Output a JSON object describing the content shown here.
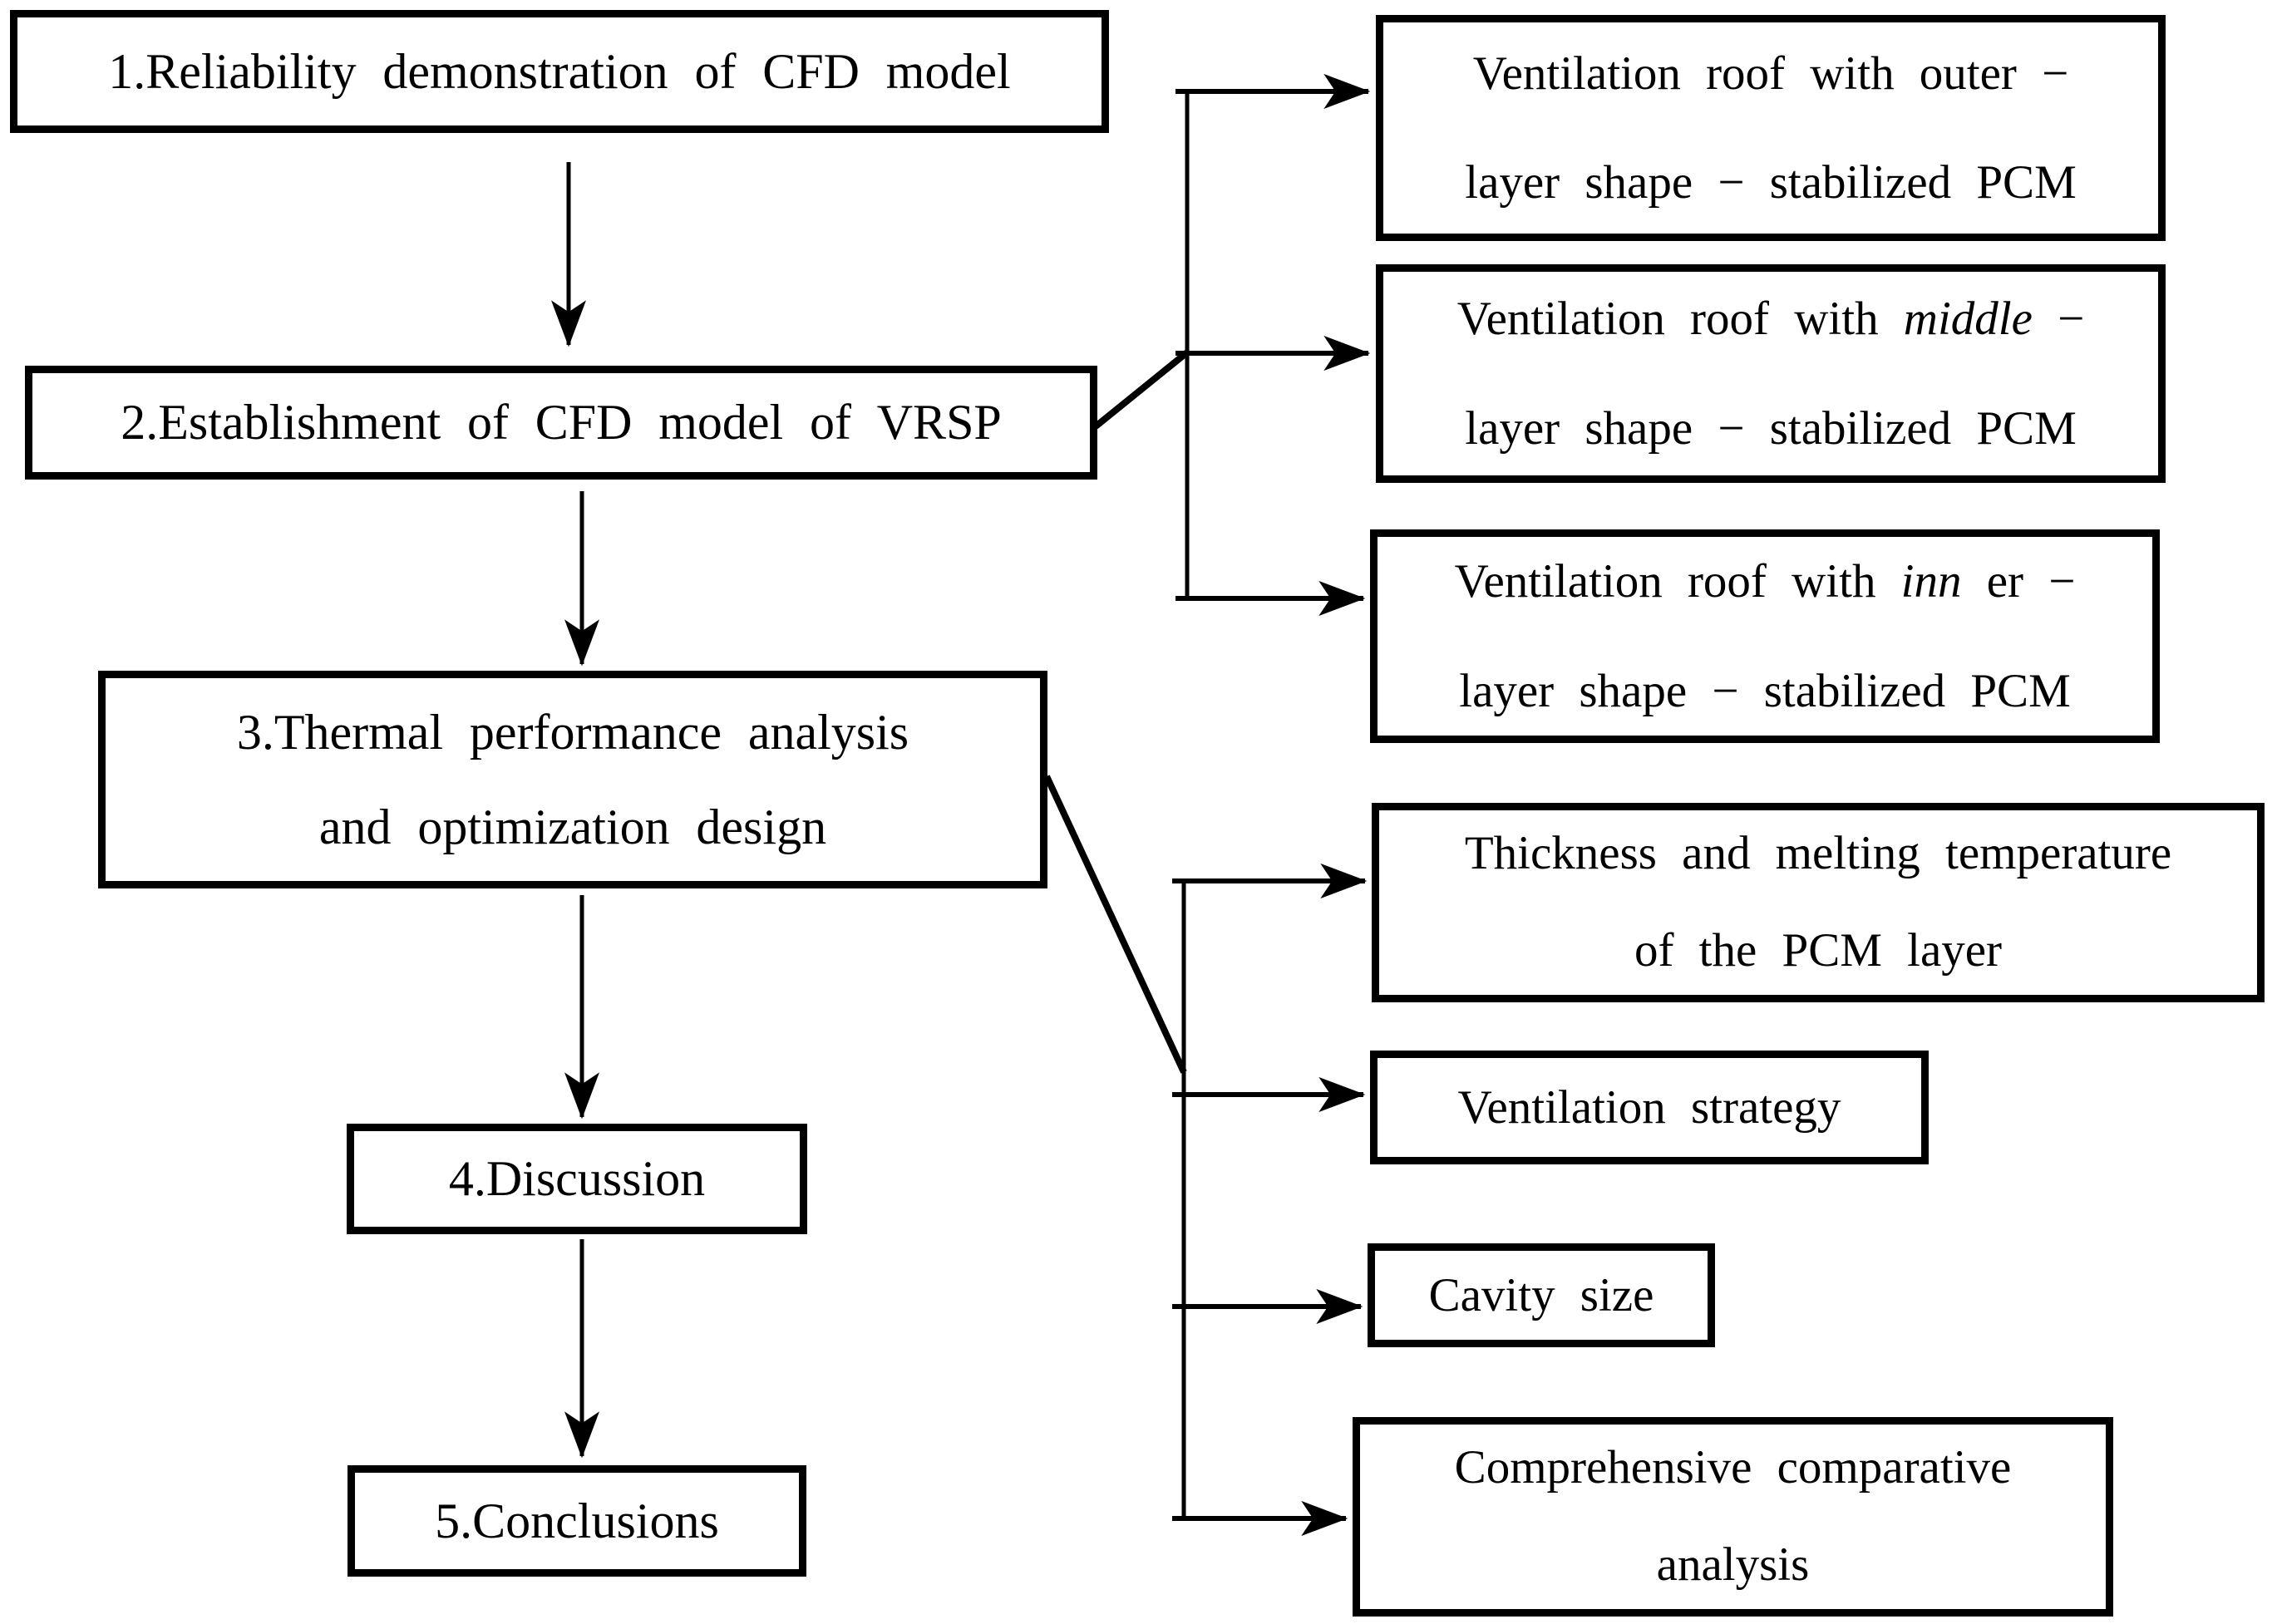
{
  "flow": {
    "step1": "1.Reliability demonstration of CFD model",
    "step2": "2.Establishment of CFD model of VRSP",
    "step3_line1": "3.Thermal performance analysis",
    "step3_line2": "and optimization design",
    "step4": "4.Discussion",
    "step5": "5.Conclusions"
  },
  "model_branches": {
    "outer_l1": "Ventilation roof with outer −",
    "outer_l2": "layer shape − stabilized PCM",
    "middle_l1_pre": "Ventilation roof with ",
    "middle_l1_italic": "middle",
    "middle_l1_post": " −",
    "middle_l2": "layer shape − stabilized PCM",
    "inner_l1_pre": "Ventilation roof with ",
    "inner_l1_italic": "inn",
    "inner_l1_post": " er −",
    "inner_l2": "layer shape − stabilized PCM"
  },
  "analysis_branches": {
    "thickness_l1": "Thickness and melting temperature",
    "thickness_l2": "of the PCM layer",
    "strategy": "Ventilation strategy",
    "cavity": "Cavity size",
    "comprehensive_l1": "Comprehensive comparative",
    "comprehensive_l2": "analysis"
  },
  "colors": {
    "line": "#000000",
    "background": "#ffffff",
    "text": "#000000"
  }
}
